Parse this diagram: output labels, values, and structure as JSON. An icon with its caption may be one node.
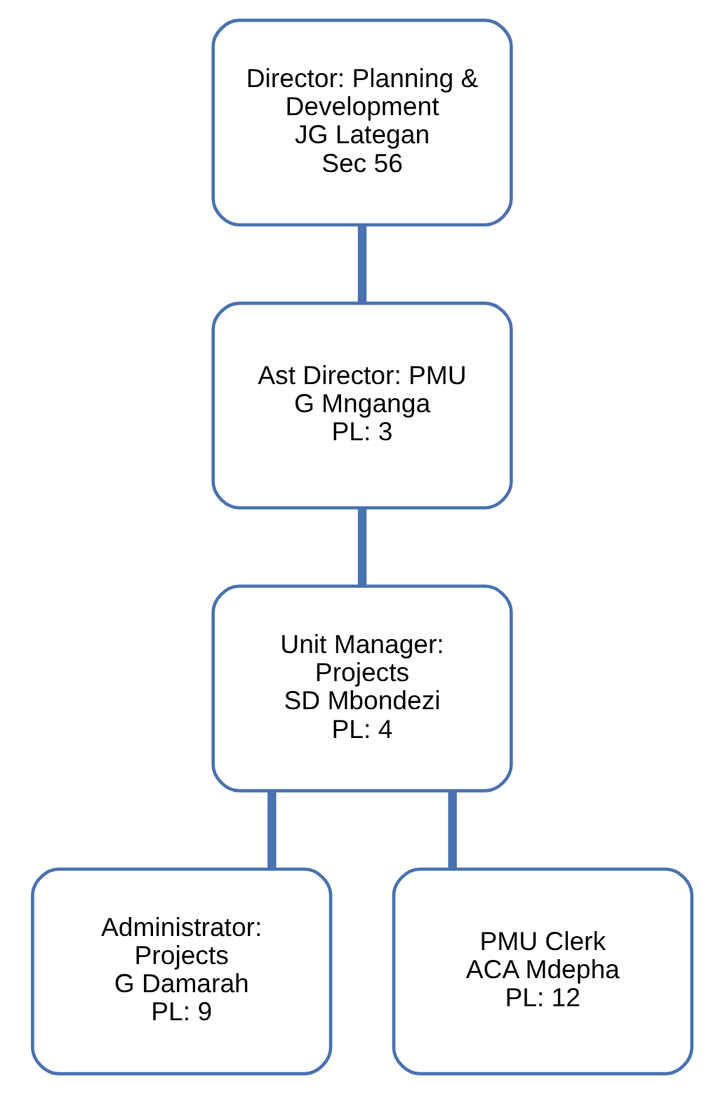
{
  "diagram": {
    "nodes": [
      {
        "text": [
          "Director: Planning & Development",
          "JG Lategan",
          "Sec 56"
        ]
      },
      {
        "text": [
          "Ast Director: PMU",
          "G Mnganga",
          "PL: 3"
        ]
      },
      {
        "text": [
          "Unit Manager: Projects",
          "SD Mbondezi",
          "PL: 4"
        ]
      },
      {
        "text": [
          "Administrator: Projects",
          "G Damarah",
          "PL: 9"
        ]
      },
      {
        "text": [
          "PMU Clerk",
          "ACA Mdepha",
          "PL: 12"
        ]
      }
    ],
    "edges": [
      {
        "from": 0,
        "to": 1,
        "arrow": "none"
      },
      {
        "from": 1,
        "to": 2,
        "arrow": "none"
      },
      {
        "from": 2,
        "to": 3,
        "arrow": "none"
      },
      {
        "from": 2,
        "to": 4,
        "arrow": "none"
      }
    ]
  }
}
